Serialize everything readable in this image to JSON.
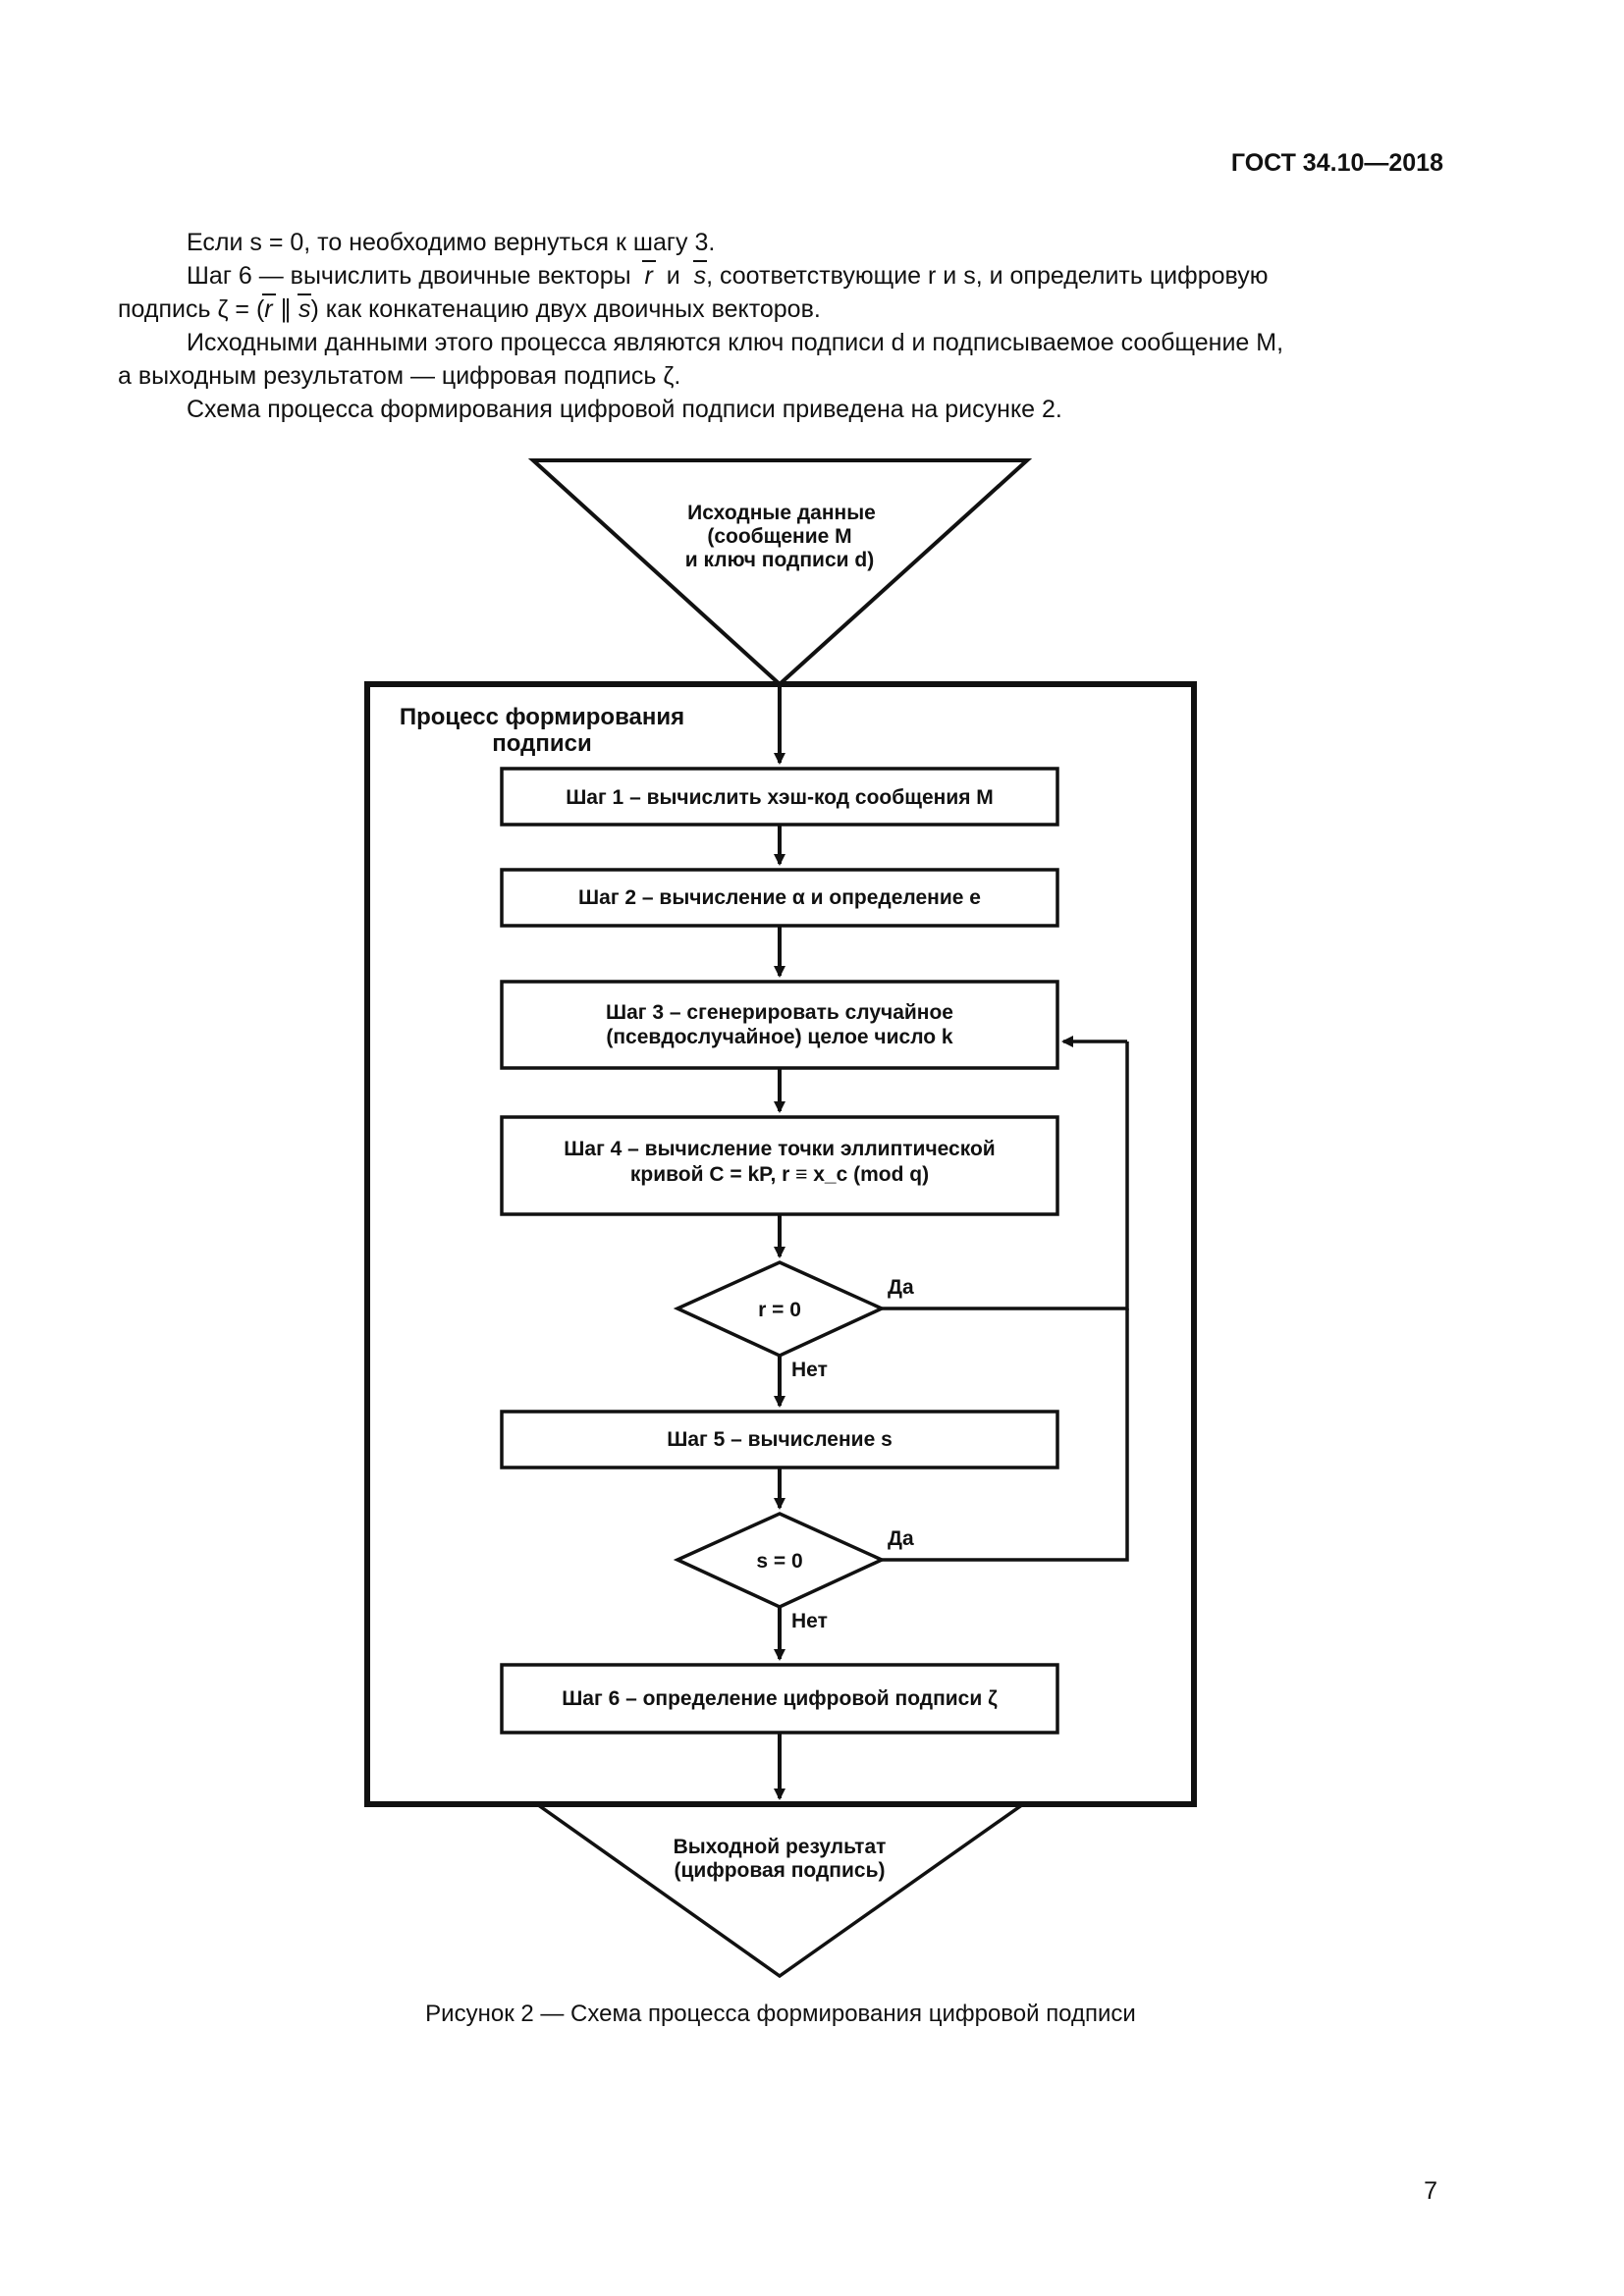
{
  "header": {
    "standard": "ГОСТ 34.10—2018"
  },
  "text": {
    "p1": "Если s = 0, то необходимо вернуться к шагу 3.",
    "p2a": "Шаг 6 — вычислить двоичные векторы",
    "p2_r": "r",
    "p2_and": "и",
    "p2_s": "s",
    "p2b": ", соответствующие r и s, и определить цифровую",
    "p2c": "подпись ζ = (",
    "p2d": "r",
    "p2e": " ∥ ",
    "p2f": "s",
    "p2g": ")  как конкатенацию двух двоичных векторов.",
    "p3a": "Исходными данными этого процесса являются ключ подписи d и подписываемое сообщение M,",
    "p3b": "а выходным результатом — цифровая подпись ζ.",
    "p4": "Схема процесса формирования цифровой подписи приведена на рисунке 2."
  },
  "flowchart": {
    "input_line1": "Исходные данные",
    "input_line2": "(сообщение M",
    "input_line3": "и ключ подписи d)",
    "process_title_line1": "Процесс формирования",
    "process_title_line2": "подписи",
    "step1": "Шаг 1 – вычислить хэш-код сообщения M",
    "step2": "Шаг 2 – вычисление α и определение e",
    "step3_line1": "Шаг 3 – сгенерировать случайное",
    "step3_line2": "(псевдослучайное) целое число k",
    "step4_line1": "Шаг 4 – вычисление точки эллиптической",
    "step4_line2": "кривой C = kP, r ≡ x_c (mod q)",
    "decision1": "r = 0",
    "decision1_yes": "Да",
    "decision1_no": "Нет",
    "step5": "Шаг 5 – вычисление s",
    "decision2": "s = 0",
    "decision2_yes": "Да",
    "decision2_no": "Нет",
    "step6": "Шаг 6 – определение цифровой подписи ζ",
    "output_line1": "Выходной результат",
    "output_line2": "(цифровая подпись)"
  },
  "caption": "Рисунок 2 — Схема процесса формирования цифровой подписи",
  "page_number": "7"
}
